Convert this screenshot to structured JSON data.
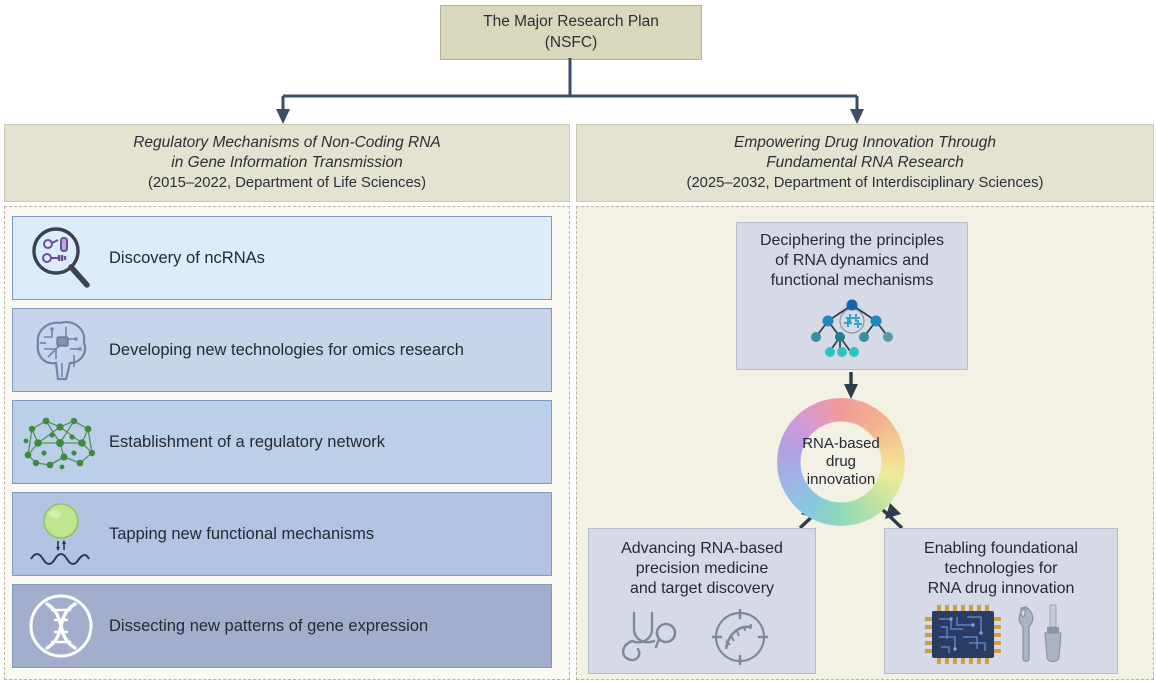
{
  "title": {
    "line1": "The Major Research Plan",
    "line2": "(NSFC)"
  },
  "columns": {
    "left": {
      "header": {
        "line1": "Regulatory Mechanisms of Non-Coding RNA",
        "line2": "in Gene Information Transmission",
        "line3": "(2015–2022, Department of Life Sciences)"
      },
      "items": [
        {
          "label": "Discovery of ncRNAs",
          "icon": "magnifier-rna-icon",
          "color": "#dcecf8"
        },
        {
          "label": "Developing new technologies for omics research",
          "icon": "brain-circuit-icon",
          "color": "#c6d5ea"
        },
        {
          "label": "Establishment of a regulatory network",
          "icon": "network-nodes-icon",
          "color": "#bccfe8"
        },
        {
          "label": "Tapping new functional mechanisms",
          "icon": "vesicle-wave-icon",
          "color": "#b3c4e2"
        },
        {
          "label": "Dissecting new patterns of gene expression",
          "icon": "dna-helix-circle-icon",
          "color": "#a3aecd"
        }
      ]
    },
    "right": {
      "header": {
        "line1": "Empowering Drug Innovation Through",
        "line2": "Fundamental RNA Research",
        "line3": "(2025–2032, Department of Interdisciplinary Sciences)"
      },
      "top_box": {
        "line1": "Deciphering the principles",
        "line2": "of RNA dynamics and",
        "line3": "functional mechanisms",
        "icon": "hierarchy-tree-icon"
      },
      "center": {
        "line1": "RNA-based",
        "line2": "drug",
        "line3": "innovation",
        "icon": "rainbow-ring-icon"
      },
      "bottom_left_box": {
        "line1": "Advancing RNA-based",
        "line2": "precision medicine",
        "line3": "and target discovery",
        "icons": [
          "stethoscope-icon",
          "target-rna-icon"
        ]
      },
      "bottom_right_box": {
        "line1": "Enabling foundational",
        "line2": "technologies for",
        "line3": "RNA drug innovation",
        "icons": [
          "microchip-icon",
          "wrench-icon",
          "screwdriver-icon"
        ]
      }
    }
  },
  "colors": {
    "title_box": "#d9d7bc",
    "header_box": "#e4e2d0",
    "connector": "#3c4f66",
    "right_panel_bg": "#f2f1e4",
    "left_panel_bg": "#faf9f2",
    "right_box_bg": "#d6dae6"
  }
}
